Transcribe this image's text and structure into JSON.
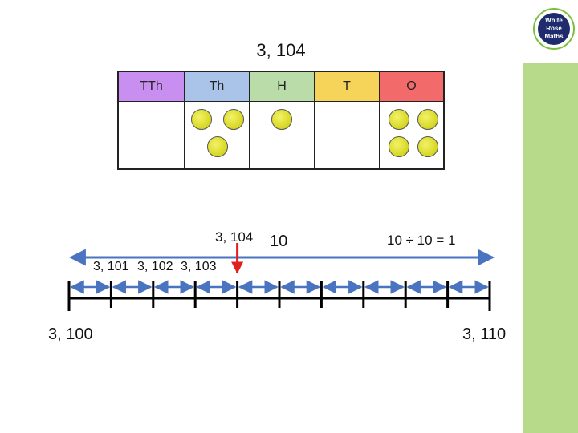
{
  "title": "3, 104",
  "logo": {
    "line1": "White",
    "line2": "Rose",
    "line3": "Maths"
  },
  "table": {
    "headers": [
      {
        "label": "TTh",
        "color": "#c98ff0"
      },
      {
        "label": "Th",
        "color": "#a9c4e8"
      },
      {
        "label": "H",
        "color": "#b9dca8"
      },
      {
        "label": "T",
        "color": "#f6d45a"
      },
      {
        "label": "O",
        "color": "#f26a6a"
      }
    ],
    "counters": {
      "TTh": 0,
      "Th": 3,
      "H": 1,
      "T": 0,
      "O": 4
    }
  },
  "number_line": {
    "start_label": "3, 100",
    "end_label": "3, 110",
    "intermediate_labels": [
      "3, 101",
      "3, 102",
      "3, 103"
    ],
    "marker_label": "3, 104",
    "interval_label": "10",
    "equation": "10 ÷ 10 = 1",
    "marker_color": "#e02020",
    "arrow_color": "#4a74c0"
  }
}
